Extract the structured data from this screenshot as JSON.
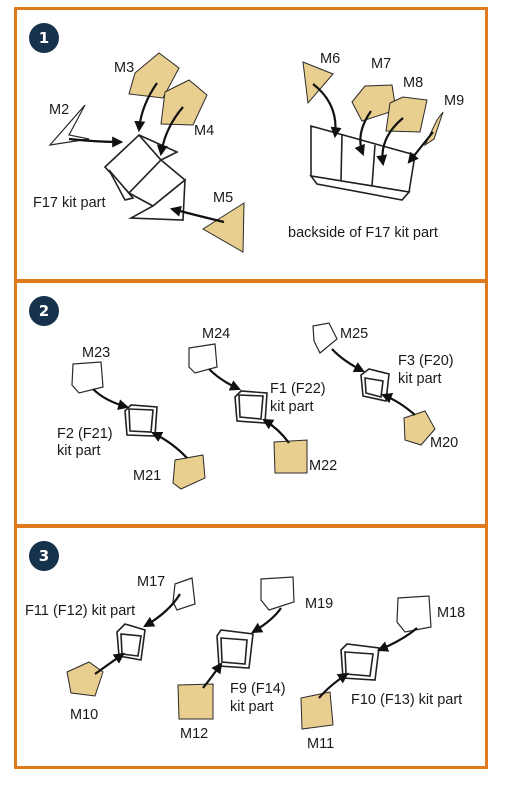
{
  "colors": {
    "border": "#E07A1F",
    "badge": "#17324D",
    "mask": "#E9CF8F"
  },
  "steps": [
    {
      "number": "1",
      "labels": {
        "m2": "M2",
        "m3": "M3",
        "m4": "M4",
        "m5": "M5",
        "m6": "M6",
        "m7": "M7",
        "m8": "M8",
        "m9": "M9",
        "f17": "F17 kit part",
        "backside": "backside of F17 kit part"
      }
    },
    {
      "number": "2",
      "labels": {
        "m23": "M23",
        "m24": "M24",
        "m25": "M25",
        "f2_l1": "F2 (F21)",
        "f2_l2": "kit part",
        "f1_l1": "F1 (F22)",
        "f1_l2": "kit part",
        "f3_l1": "F3 (F20)",
        "f3_l2": "kit part",
        "m21": "M21",
        "m22": "M22",
        "m20": "M20"
      }
    },
    {
      "number": "3",
      "labels": {
        "m17": "M17",
        "m19": "M19",
        "m18": "M18",
        "f11": "F11 (F12) kit part",
        "f9_l1": "F9 (F14)",
        "f9_l2": "kit part",
        "f10": "F10 (F13) kit part",
        "m10": "M10",
        "m12": "M12",
        "m11": "M11"
      }
    }
  ]
}
